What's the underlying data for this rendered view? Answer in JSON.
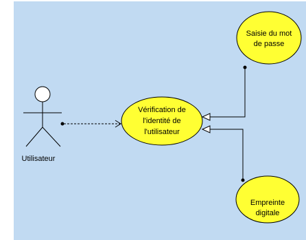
{
  "diagram": {
    "type": "use-case",
    "colors": {
      "background": "#c1daf2",
      "use_case_fill": "#ffff33",
      "stroke": "#000000"
    },
    "actor": {
      "label": "Utilisateur",
      "icon": "stick-figure-icon"
    },
    "use_cases": [
      {
        "id": "verification",
        "lines": [
          "Vérification de",
          "l'identité de",
          "l'utilisateur"
        ]
      },
      {
        "id": "saisie",
        "lines": [
          "Saisie du mot",
          "de passe"
        ]
      },
      {
        "id": "empreinte",
        "lines": [
          "Empreinte",
          "digitale"
        ]
      }
    ],
    "relationships": [
      {
        "from": "actor",
        "to": "verification",
        "kind": "dependency-dotted"
      },
      {
        "from": "saisie",
        "to": "verification",
        "kind": "generalization"
      },
      {
        "from": "empreinte",
        "to": "verification",
        "kind": "generalization"
      }
    ]
  }
}
